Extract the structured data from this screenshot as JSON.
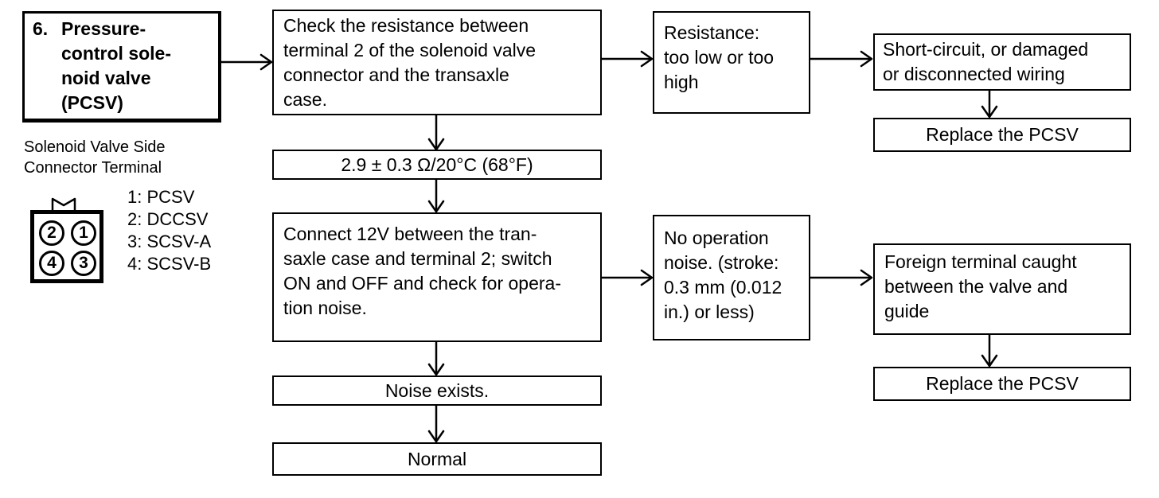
{
  "step": {
    "number": "6.",
    "title": "Pressure-\ncontrol sole-\nnoid valve\n(PCSV)"
  },
  "connector": {
    "caption": "Solenoid Valve Side\nConnector Terminal",
    "pins": [
      "2",
      "1",
      "4",
      "3"
    ],
    "legend": [
      "1: PCSV",
      "2: DCCSV",
      "3: SCSV-A",
      "4: SCSV-B"
    ]
  },
  "nodes": {
    "check_resistance": "Check the resistance between\nterminal 2 of the solenoid valve\nconnector and the transaxle\ncase.",
    "resistance_spec": "2.9 ± 0.3 Ω/20°C (68°F)",
    "resistance_fault": "Resistance:\ntoo low or too\nhigh",
    "wiring_fault": "Short-circuit, or damaged\nor disconnected wiring",
    "replace_1": "Replace the PCSV",
    "connect_12v": "Connect 12V between the tran-\nsaxle case and terminal 2; switch\nON and OFF and check for opera-\ntion noise.",
    "no_noise": "No operation\nnoise. (stroke:\n0.3 mm (0.012\nin.) or less)",
    "foreign_terminal": "Foreign terminal caught\nbetween the valve and\nguide",
    "replace_2": "Replace the PCSV",
    "noise_exists": "Noise exists.",
    "normal": "Normal"
  }
}
